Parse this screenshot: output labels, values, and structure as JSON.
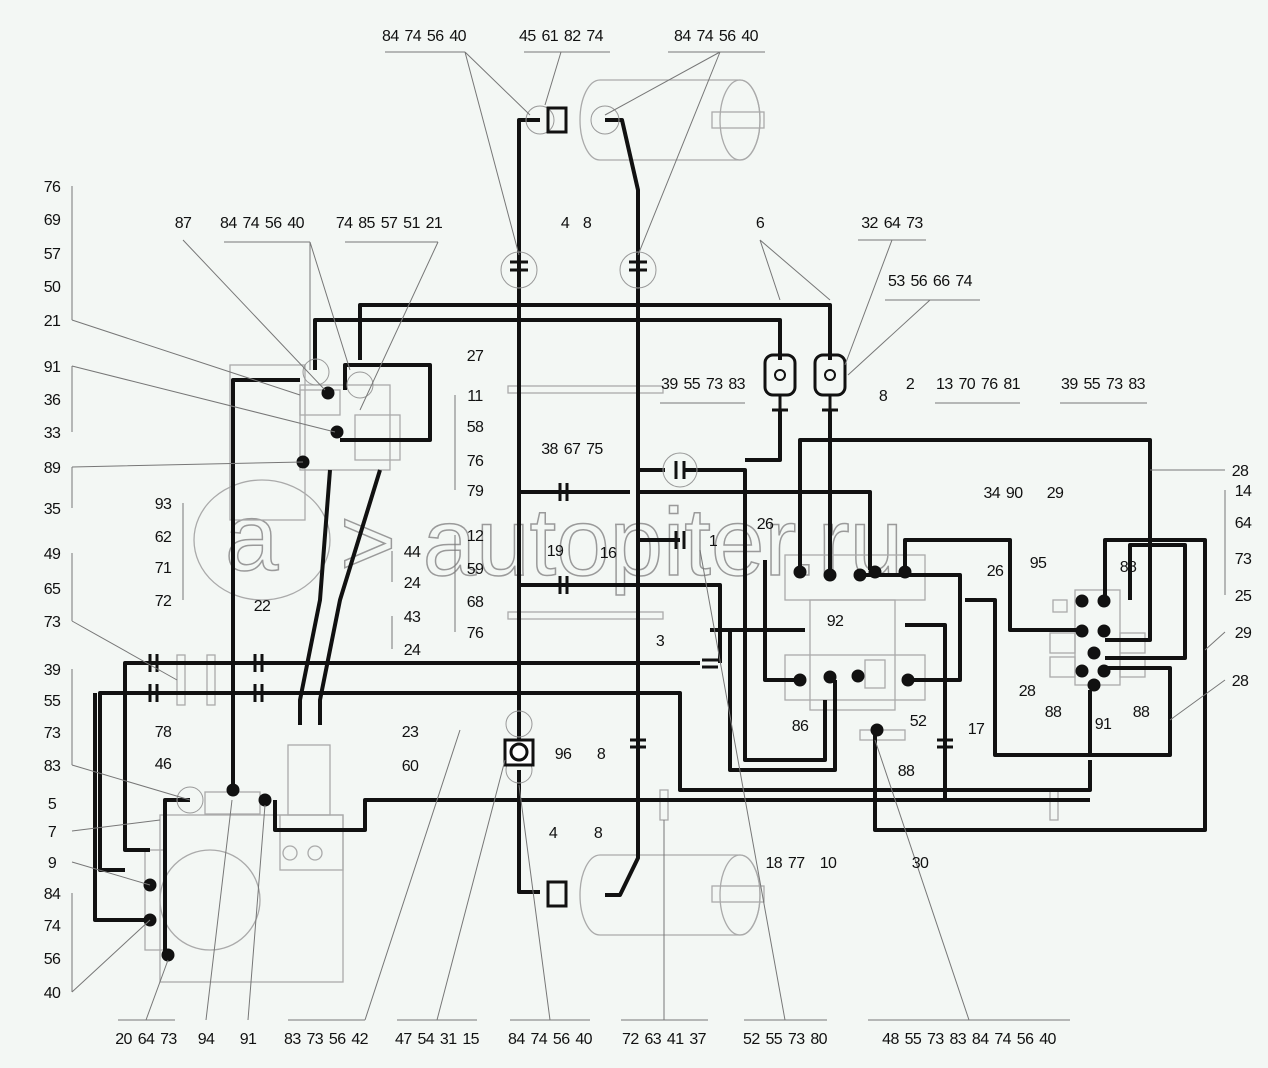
{
  "watermark": "autopiter.ru",
  "labels": [
    "84 74 56 40",
    "45 61 82 74",
    "84 74 56 40",
    "87",
    "84 74 56 40",
    "74 85 57 51 21",
    "4",
    "8",
    "6",
    "32 64 73",
    "53 56 66 74",
    "76",
    "69",
    "57",
    "50",
    "21",
    "91",
    "36",
    "33",
    "89",
    "35",
    "49",
    "65",
    "73",
    "39",
    "55",
    "73",
    "83",
    "5",
    "7",
    "9",
    "84",
    "74",
    "56",
    "40",
    "93",
    "62",
    "71",
    "72",
    "78",
    "46",
    "27",
    "11",
    "58",
    "76",
    "79",
    "12",
    "59",
    "68",
    "76",
    "44",
    "24",
    "43",
    "24",
    "22",
    "23",
    "60",
    "38 67 75",
    "39 55 73 83",
    "8",
    "2",
    "13 70 76 81",
    "39 55 73 83",
    "28",
    "14",
    "64",
    "73",
    "25",
    "29",
    "28",
    "34 90",
    "29",
    "26",
    "26",
    "95",
    "88",
    "19",
    "16",
    "1",
    "3",
    "92",
    "52",
    "17",
    "86",
    "28",
    "88",
    "91",
    "88",
    "88",
    "96",
    "8",
    "18 77",
    "10",
    "30",
    "4",
    "8",
    "20 64 73",
    "94",
    "91",
    "83 73 56 42",
    "47 54 31 15",
    "84 74 56 40",
    "72 63 41 37",
    "52 55 73 80",
    "48 55 73 83 84 74 56 40"
  ]
}
